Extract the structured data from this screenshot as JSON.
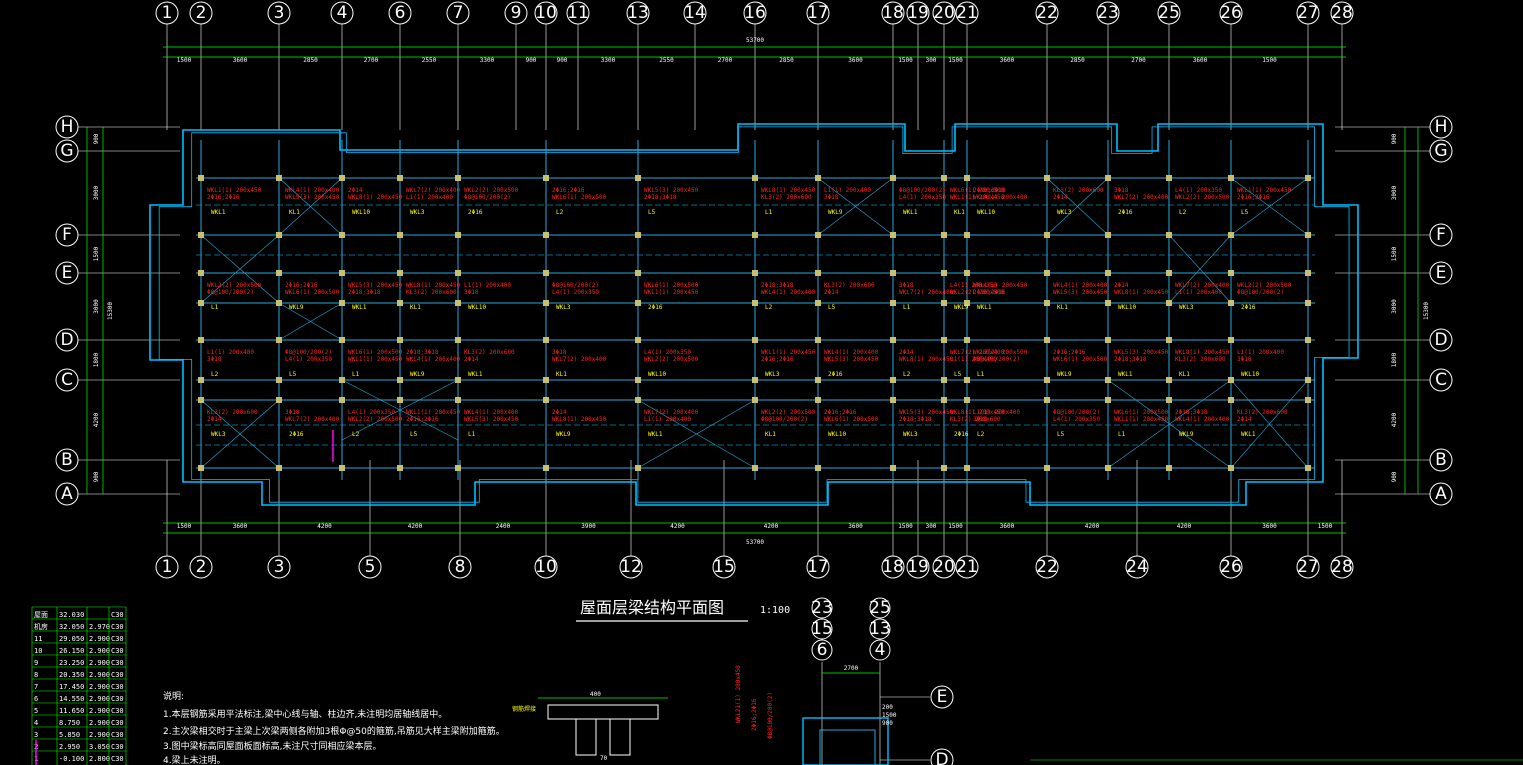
{
  "drawing": {
    "title": "屋面层梁结构平面图",
    "scale": "1:100",
    "top_axes": [
      "1",
      "2",
      "3",
      "4",
      "6",
      "7",
      "9",
      "10",
      "11",
      "13",
      "14",
      "16",
      "17",
      "18",
      "19",
      "20",
      "21",
      "22",
      "23",
      "25",
      "26",
      "27",
      "28"
    ],
    "bottom_axes": [
      "1",
      "2",
      "3",
      "5",
      "8",
      "10",
      "12",
      "15",
      "17",
      "18",
      "19",
      "20",
      "21",
      "22",
      "24",
      "26",
      "27",
      "28"
    ],
    "row_axes": [
      "H",
      "G",
      "F",
      "E",
      "D",
      "C",
      "B",
      "A"
    ],
    "top_dimensions": [
      "1500",
      "3600",
      "2850",
      "2700",
      "2550",
      "3300",
      "900",
      "900",
      "3300",
      "2550",
      "2700",
      "2850",
      "3600",
      "1500",
      "300",
      "1500",
      "3600",
      "2850",
      "2700",
      "3600",
      "1500"
    ],
    "bottom_dimensions": [
      "1500",
      "3600",
      "4200",
      "4200",
      "2400",
      "3900",
      "4200",
      "4200",
      "3600",
      "1500",
      "300",
      "1500",
      "3600",
      "4200",
      "4200",
      "3600",
      "1500"
    ],
    "total_dimension": "53700",
    "left_dimensions": [
      "900",
      "3000",
      "1500",
      "3000",
      "1800",
      "4200",
      "900"
    ],
    "left_total": "15300",
    "beam_labels_red": [
      "WKL1(1) 200x450",
      "WKL2(2) 200x500",
      "L1(1) 200x400",
      "KL3(2) 200x600",
      "WKL4(1) 200x400",
      "2Φ16;2Φ16",
      "Φ8@100/200(2)",
      "3Φ18",
      "2Φ14",
      "WKL5(3) 200x450",
      "WKL6(1) 200x500",
      "L4(1) 200x350",
      "WKL7(2) 200x400",
      "WKL8(1) 200x450",
      "2Φ18;3Φ18"
    ],
    "beam_labels_yellow": [
      "WKL1",
      "L1",
      "L2",
      "WKL3",
      "KL1",
      "WKL9",
      "L5",
      "2Φ16",
      "WKL10"
    ],
    "floor_table": {
      "rows": [
        [
          "屋面",
          "32.030",
          "",
          "C30"
        ],
        [
          "机房",
          "32.050",
          "2.970",
          "C30"
        ],
        [
          "11",
          "29.050",
          "2.900",
          "C30"
        ],
        [
          "10",
          "26.150",
          "2.900",
          "C30"
        ],
        [
          "9",
          "23.250",
          "2.900",
          "C30"
        ],
        [
          "8",
          "20.350",
          "2.900",
          "C30"
        ],
        [
          "7",
          "17.450",
          "2.900",
          "C30"
        ],
        [
          "6",
          "14.550",
          "2.900",
          "C30"
        ],
        [
          "5",
          "11.650",
          "2.900",
          "C30"
        ],
        [
          "4",
          "8.750",
          "2.900",
          "C30"
        ],
        [
          "3",
          "5.850",
          "2.900",
          "C30"
        ],
        [
          "2",
          "2.950",
          "3.050",
          "C30"
        ],
        [
          "1",
          "-0.100",
          "2.800",
          "C30"
        ]
      ]
    },
    "notes": {
      "heading": "说明:",
      "lines": [
        "1.本层钢筋采用平法标注,梁中心线与轴、柱边齐,未注明均居轴线居中。",
        "2.主次梁相交时于主梁上次梁两侧各附加3根Φ@50的箍筋,吊筋见大样主梁附加箍筋。",
        "3.图中梁标高同屋面板面标高,未注尺寸同相应梁本层。",
        "4.梁上未注明。"
      ]
    },
    "detail": {
      "axes_top_pairs": [
        [
          "23",
          "15",
          "6"
        ],
        [
          "25",
          "13",
          "4"
        ]
      ],
      "axes_right": [
        "E",
        "D"
      ],
      "dimension": "2700",
      "labels": [
        "WKL21(1) 200x450",
        "2Φ16;2Φ16",
        "Φ8@100/200(2)",
        "200",
        "1500",
        "900"
      ]
    },
    "section": {
      "labels": [
        "400",
        "钢筋焊接",
        "70"
      ]
    }
  },
  "colors": {
    "background": "#000000",
    "axis": "#ffffff",
    "wall": "#00bfff",
    "beam": "#28a8d8",
    "grid": "#00ff00",
    "dimension": "#00ff00",
    "red_text": "#ff2020",
    "yellow_text": "#ffff00",
    "magenta": "#ff00ff",
    "column": "#c8c070"
  }
}
